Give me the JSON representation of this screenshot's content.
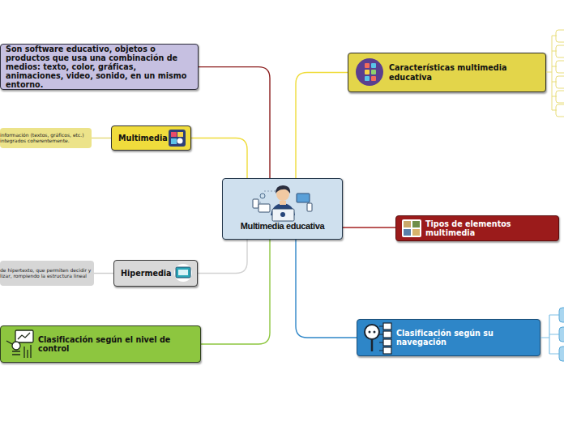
{
  "diagram": {
    "nodes": [
      {
        "text": [
          "Son software educativo, objetos o productos que usa una combinación de medios: texto, color, gráficas, animaciones, video, sonido, en un mismo entorno."
        ]
      },
      {
        "text": [
          "Características multimedia educativa"
        ]
      },
      {
        "text": [
          "información (textos, gráficos, etc.) integrados coherentemente."
        ]
      },
      {
        "text": [
          "Multimedia"
        ]
      },
      {
        "text": [
          "Multimedia educativa"
        ]
      },
      {
        "text": [
          "Tipos de elementos multimedia"
        ]
      },
      {
        "text": [
          "de hipertexto, que permiten decidir y lizar, rompiendo la estructura lineal"
        ]
      },
      {
        "text": [
          "Hipermedia"
        ]
      },
      {
        "text": [
          "Clasificación según el nivel de control"
        ]
      },
      {
        "text": [
          "Clasificación según su navegación"
        ]
      }
    ],
    "edges": [
      {
        "from": 4,
        "to": 0,
        "arrow": "none"
      },
      {
        "from": 4,
        "to": 1,
        "arrow": "none"
      },
      {
        "from": 4,
        "to": 3,
        "arrow": "none"
      },
      {
        "from": 3,
        "to": 2,
        "arrow": "none"
      },
      {
        "from": 4,
        "to": 5,
        "arrow": "none"
      },
      {
        "from": 4,
        "to": 7,
        "arrow": "none"
      },
      {
        "from": 7,
        "to": 6,
        "arrow": "none"
      },
      {
        "from": 4,
        "to": 8,
        "arrow": "none"
      },
      {
        "from": 4,
        "to": 9,
        "arrow": "none"
      }
    ]
  }
}
